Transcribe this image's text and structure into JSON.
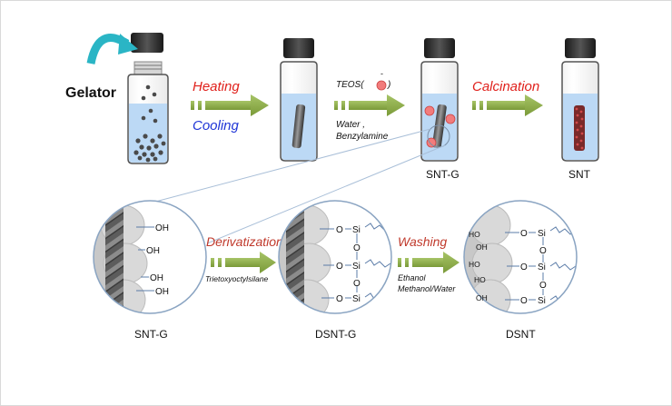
{
  "top": {
    "gelator_label": "Gelator",
    "heating_label": "Heating",
    "cooling_label": "Cooling",
    "teos_label": "TEOS(",
    "teos_close": ")",
    "teos_minus": "-",
    "conditions_line1": "Water ,",
    "conditions_line2": "Benzylamine",
    "calcination_label": "Calcination",
    "sntg_label": "SNT-G",
    "snt_label": "SNT"
  },
  "bottom": {
    "derivatization_label": "Derivatization",
    "reagent_label": "Trietoxyoctylsilane",
    "washing_label": "Washing",
    "solvent_line1": "Ethanol",
    "solvent_line2": "Methanol/Water",
    "sntg_caption": "SNT-G",
    "dsntg_caption": "DSNT-G",
    "dsnt_caption": "DSNT",
    "oh": "OH",
    "ho": "HO",
    "o": "O",
    "si": "Si"
  },
  "colors": {
    "arrow_green": "#8aab45",
    "heating_red": "#e0201b",
    "cooling_blue": "#1f35d6",
    "liquid_blue": "#bcd9f5",
    "curve_arrow_teal": "#2ab5c5",
    "particle_pink": "#f27c7c"
  },
  "icons": [
    "vial-icon",
    "curved-arrow-icon",
    "green-arrow-icon",
    "helix-fiber-icon",
    "magnifier-circle-icon"
  ]
}
